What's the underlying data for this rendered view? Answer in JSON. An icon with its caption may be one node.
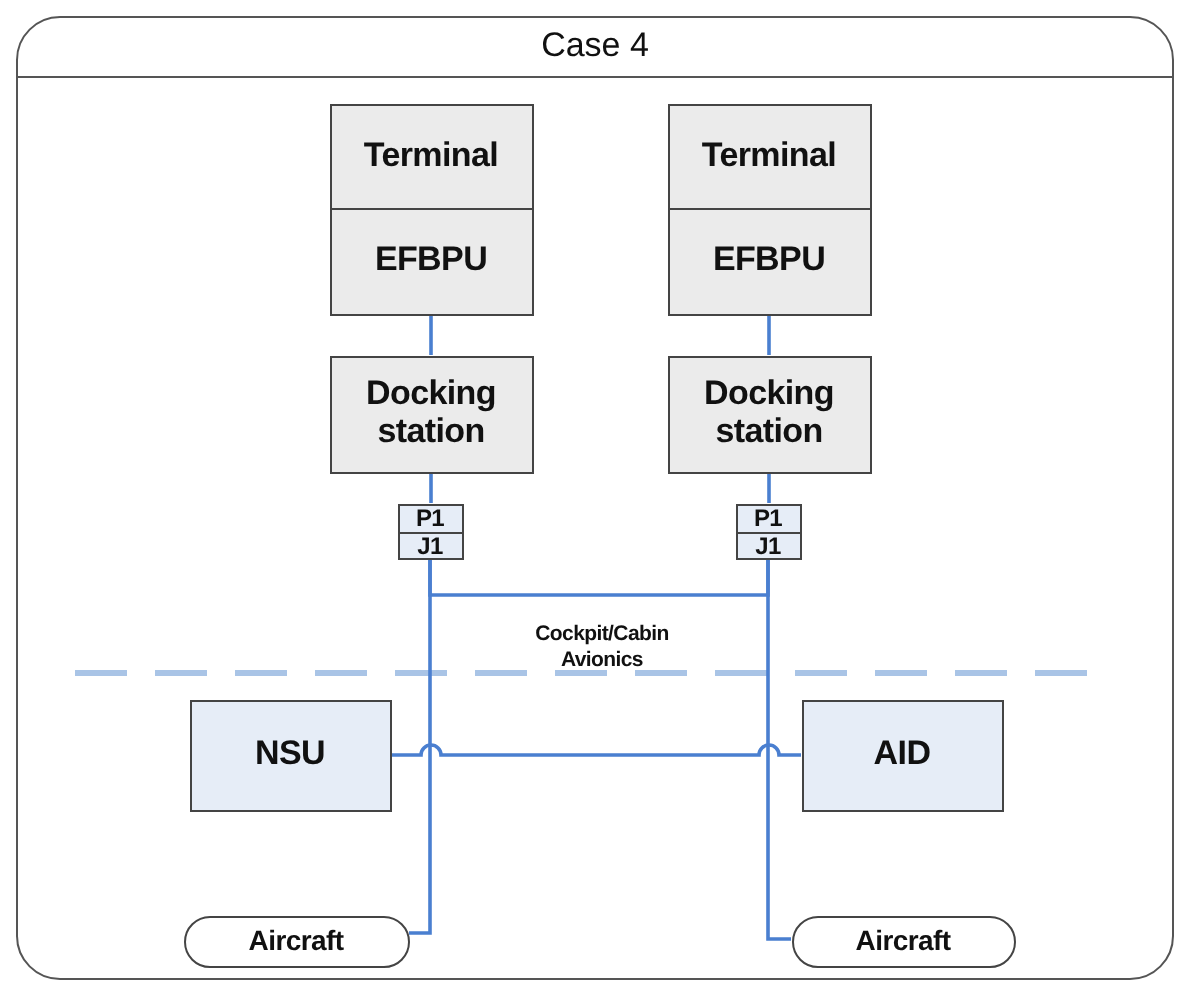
{
  "diagram": {
    "nodes": [
      {
        "text": [
          "Case 4"
        ]
      },
      {
        "text": [
          "Terminal",
          "EFBPU"
        ],
        "in": 0
      },
      {
        "text": [
          "Docking station"
        ],
        "in": 0
      },
      {
        "text": [
          "P1",
          "J1"
        ],
        "in": 0
      },
      {
        "text": [
          "Terminal",
          "EFBPU"
        ],
        "in": 0
      },
      {
        "text": [
          "Docking station"
        ],
        "in": 0
      },
      {
        "text": [
          "P1",
          "J1"
        ],
        "in": 0
      },
      {
        "text": [
          "NSU"
        ],
        "in": 0
      },
      {
        "text": [
          "AID"
        ],
        "in": 0
      },
      {
        "text": [
          "Aircraft"
        ],
        "in": 0
      },
      {
        "text": [
          "Aircraft"
        ],
        "in": 0
      }
    ],
    "edges": [
      {
        "from": 1,
        "to": 2,
        "arrow": "none"
      },
      {
        "from": 2,
        "to": 3,
        "arrow": "none"
      },
      {
        "from": 4,
        "to": 5,
        "arrow": "none"
      },
      {
        "from": 5,
        "to": 6,
        "arrow": "none"
      },
      {
        "from": 3,
        "to": 6,
        "arrow": "none"
      },
      {
        "from": 3,
        "to": 9,
        "arrow": "none"
      },
      {
        "from": 6,
        "to": 10,
        "arrow": "none"
      },
      {
        "from": 7,
        "to": 8,
        "arrow": "none"
      }
    ],
    "labels": [
      "Cockpit/Cabin Avionics"
    ]
  }
}
